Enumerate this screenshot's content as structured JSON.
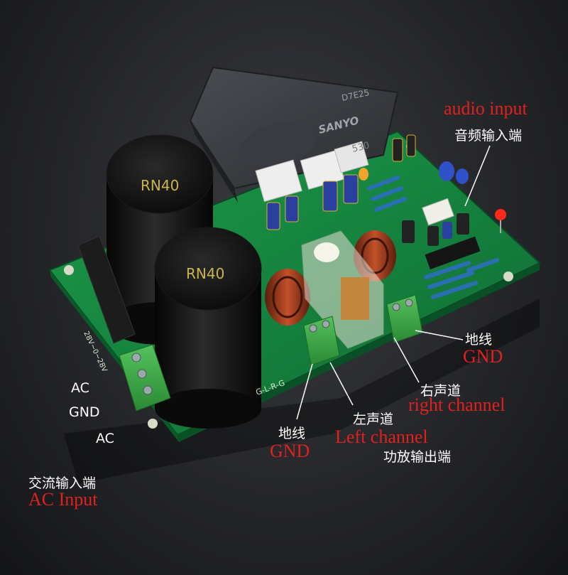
{
  "photo": {
    "capacitor_marking": "RN40",
    "ic_brand": "SANYO",
    "ic_code": "D7E25",
    "ic_part_suffix": "530",
    "power_terminal_marking": "28V~0~28V",
    "speaker_terminal_marking": "G-L-R-G"
  },
  "labels": {
    "audio_input_en": "audio input",
    "audio_input_cn": "音频输入端",
    "gnd_right_cn": "地线",
    "gnd_right_en": "GND",
    "right_channel_cn": "右声道",
    "right_channel_en": "right channel",
    "left_channel_cn": "左声道",
    "left_channel_en": "Left channel",
    "gnd_mid_cn": "地线",
    "gnd_mid_en": "GND",
    "amp_output_cn": "功放输出端",
    "ac_top": "AC",
    "ac_gnd": "GND",
    "ac_bottom": "AC",
    "ac_input_cn": "交流输入端",
    "ac_input_en": "AC Input"
  },
  "colors": {
    "background": "#1d1e22",
    "pcb": "#15803d",
    "label_red": "#e0211e",
    "label_white": "#ffffff",
    "terminal_green": "#3fb04b",
    "capacitor_black": "#111111"
  }
}
